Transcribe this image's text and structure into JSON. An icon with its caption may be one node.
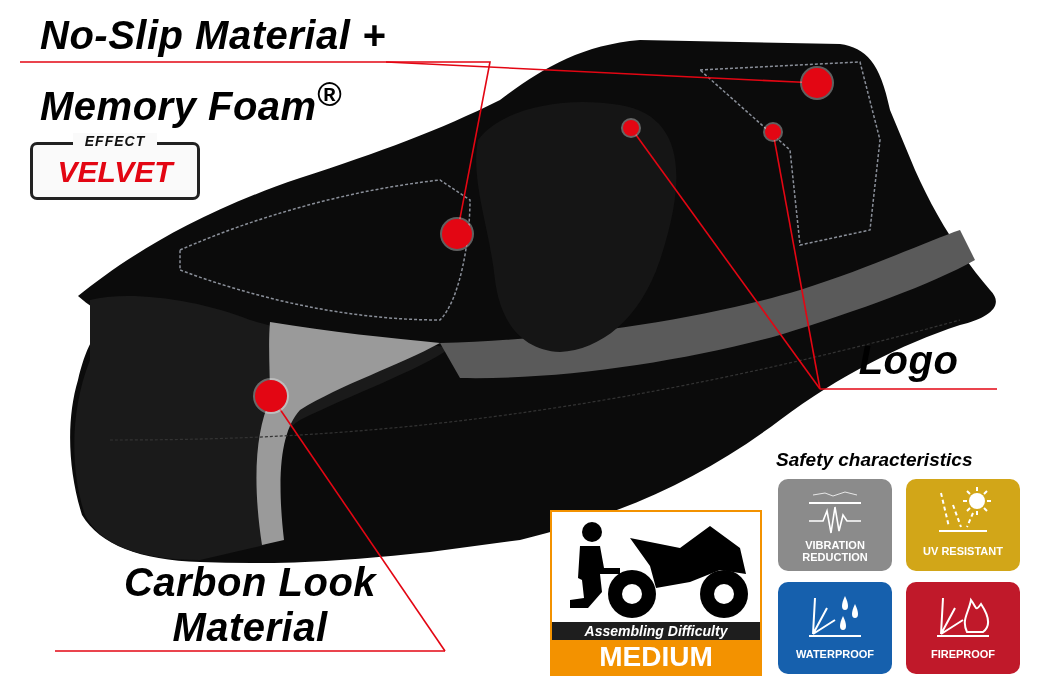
{
  "diagram": {
    "nodes": [
      {
        "text": [
          "No-Slip Material + Memory Foam$^{®}$"
        ]
      },
      {
        "text": [],
        "shape": "circle"
      },
      {
        "text": [],
        "shape": "circle"
      },
      {
        "text": [],
        "shape": "circle"
      },
      {
        "text": [],
        "shape": "circle"
      },
      {
        "text": [
          "Logo"
        ]
      },
      {
        "text": [],
        "shape": "circle"
      },
      {
        "text": [
          "Carbon Look Material"
        ]
      }
    ],
    "edges": [
      {
        "from": 0,
        "to": 1,
        "arrow": "none"
      },
      {
        "from": 0,
        "to": 4,
        "arrow": "none"
      },
      {
        "from": 5,
        "to": 2,
        "arrow": "none"
      },
      {
        "from": 5,
        "to": 3,
        "arrow": "none"
      },
      {
        "from": 7,
        "to": 6,
        "arrow": "none"
      }
    ],
    "labels": [
      "EFFECT",
      "VELVET",
      "Safety characteristics",
      "VIBRATION REDUCTION",
      "UV RESISTANT",
      "Assembling Difficulty",
      "MEDIUM",
      "WATERPROOF",
      "FIREPROOF"
    ]
  }
}
